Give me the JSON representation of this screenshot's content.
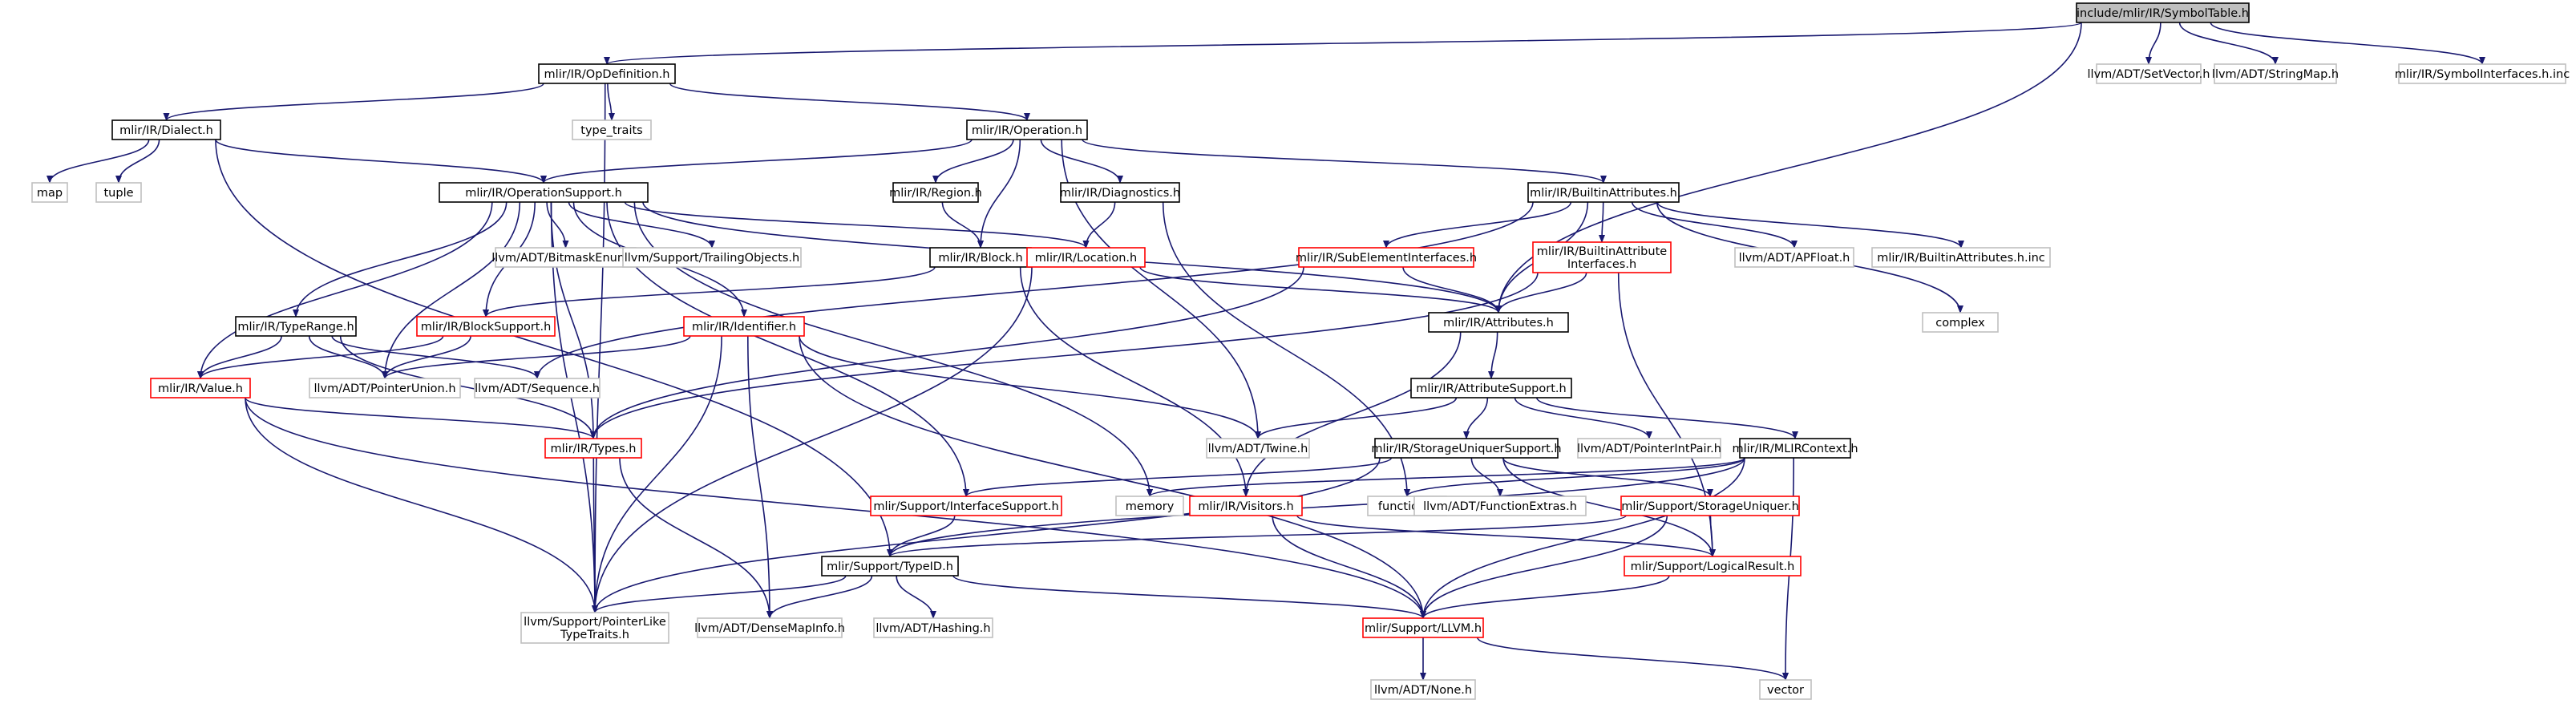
{
  "diagram": {
    "colors": {
      "edge": "#191970",
      "root_fill": "#bfbfbf",
      "root_border": "#000000",
      "documented_border": "#000000",
      "incomplete_border": "#ff0000",
      "external_border": "#bfbfbf",
      "text": "#000000"
    },
    "nodes": [
      {
        "id": "n0",
        "lines": [
          "include/mlir/IR/SymbolTable.h"
        ],
        "kind": "root"
      },
      {
        "id": "n1",
        "lines": [
          "mlir/IR/OpDefinition.h"
        ],
        "kind": "documented"
      },
      {
        "id": "n2",
        "lines": [
          "llvm/ADT/SetVector.h"
        ],
        "kind": "external"
      },
      {
        "id": "n3",
        "lines": [
          "llvm/ADT/StringMap.h"
        ],
        "kind": "external"
      },
      {
        "id": "n4",
        "lines": [
          "mlir/IR/SymbolInterfaces.h.inc"
        ],
        "kind": "external"
      },
      {
        "id": "n5",
        "lines": [
          "mlir/IR/Dialect.h"
        ],
        "kind": "documented"
      },
      {
        "id": "n6",
        "lines": [
          "type_traits"
        ],
        "kind": "external"
      },
      {
        "id": "n7",
        "lines": [
          "mlir/IR/Operation.h"
        ],
        "kind": "documented"
      },
      {
        "id": "n8",
        "lines": [
          "map"
        ],
        "kind": "external"
      },
      {
        "id": "n9",
        "lines": [
          "tuple"
        ],
        "kind": "external"
      },
      {
        "id": "n10",
        "lines": [
          "mlir/IR/OperationSupport.h"
        ],
        "kind": "documented"
      },
      {
        "id": "n11",
        "lines": [
          "mlir/IR/Region.h"
        ],
        "kind": "documented"
      },
      {
        "id": "n12",
        "lines": [
          "mlir/IR/Diagnostics.h"
        ],
        "kind": "documented"
      },
      {
        "id": "n13",
        "lines": [
          "mlir/IR/BuiltinAttributes.h"
        ],
        "kind": "documented"
      },
      {
        "id": "n14",
        "lines": [
          "mlir/IR/SubElementInterfaces.h"
        ],
        "kind": "incomplete"
      },
      {
        "id": "n15",
        "lines": [
          "mlir/IR/BuiltinAttribute",
          "Interfaces.h"
        ],
        "kind": "incomplete"
      },
      {
        "id": "n16",
        "lines": [
          "llvm/ADT/APFloat.h"
        ],
        "kind": "external"
      },
      {
        "id": "n17",
        "lines": [
          "mlir/IR/BuiltinAttributes.h.inc"
        ],
        "kind": "external"
      },
      {
        "id": "n18",
        "lines": [
          "llvm/ADT/BitmaskEnum.h"
        ],
        "kind": "external"
      },
      {
        "id": "n19",
        "lines": [
          "llvm/Support/TrailingObjects.h"
        ],
        "kind": "external"
      },
      {
        "id": "n20",
        "lines": [
          "mlir/IR/Block.h"
        ],
        "kind": "documented"
      },
      {
        "id": "n21",
        "lines": [
          "mlir/IR/Location.h"
        ],
        "kind": "incomplete"
      },
      {
        "id": "n22",
        "lines": [
          "mlir/IR/TypeRange.h"
        ],
        "kind": "documented"
      },
      {
        "id": "n23",
        "lines": [
          "mlir/IR/BlockSupport.h"
        ],
        "kind": "incomplete"
      },
      {
        "id": "n24",
        "lines": [
          "mlir/IR/Identifier.h"
        ],
        "kind": "incomplete"
      },
      {
        "id": "n25",
        "lines": [
          "mlir/IR/Attributes.h"
        ],
        "kind": "documented"
      },
      {
        "id": "n26",
        "lines": [
          "complex"
        ],
        "kind": "external"
      },
      {
        "id": "n27",
        "lines": [
          "mlir/IR/Value.h"
        ],
        "kind": "incomplete"
      },
      {
        "id": "n28",
        "lines": [
          "llvm/ADT/PointerUnion.h"
        ],
        "kind": "external"
      },
      {
        "id": "n29",
        "lines": [
          "llvm/ADT/Sequence.h"
        ],
        "kind": "external"
      },
      {
        "id": "n30",
        "lines": [
          "mlir/IR/AttributeSupport.h"
        ],
        "kind": "documented"
      },
      {
        "id": "n31",
        "lines": [
          "mlir/IR/Types.h"
        ],
        "kind": "incomplete"
      },
      {
        "id": "n32",
        "lines": [
          "llvm/ADT/Twine.h"
        ],
        "kind": "external"
      },
      {
        "id": "n33",
        "lines": [
          "llvm/ADT/PointerIntPair.h"
        ],
        "kind": "external"
      },
      {
        "id": "n34",
        "lines": [
          "mlir/IR/StorageUniquerSupport.h"
        ],
        "kind": "documented"
      },
      {
        "id": "n35",
        "lines": [
          "mlir/IR/MLIRContext.h"
        ],
        "kind": "documented"
      },
      {
        "id": "n36",
        "lines": [
          "mlir/Support/InterfaceSupport.h"
        ],
        "kind": "incomplete"
      },
      {
        "id": "n37",
        "lines": [
          "memory"
        ],
        "kind": "external"
      },
      {
        "id": "n38",
        "lines": [
          "mlir/IR/Visitors.h"
        ],
        "kind": "incomplete"
      },
      {
        "id": "n39",
        "lines": [
          "functional"
        ],
        "kind": "external"
      },
      {
        "id": "n40",
        "lines": [
          "llvm/ADT/FunctionExtras.h"
        ],
        "kind": "external"
      },
      {
        "id": "n41",
        "lines": [
          "mlir/Support/StorageUniquer.h"
        ],
        "kind": "incomplete"
      },
      {
        "id": "n42",
        "lines": [
          "mlir/Support/TypeID.h"
        ],
        "kind": "documented"
      },
      {
        "id": "n43",
        "lines": [
          "mlir/Support/LogicalResult.h"
        ],
        "kind": "incomplete"
      },
      {
        "id": "n44",
        "lines": [
          "llvm/Support/PointerLike",
          "TypeTraits.h"
        ],
        "kind": "external"
      },
      {
        "id": "n45",
        "lines": [
          "llvm/ADT/DenseMapInfo.h"
        ],
        "kind": "external"
      },
      {
        "id": "n46",
        "lines": [
          "llvm/ADT/Hashing.h"
        ],
        "kind": "external"
      },
      {
        "id": "n47",
        "lines": [
          "mlir/Support/LLVM.h"
        ],
        "kind": "incomplete"
      },
      {
        "id": "n48",
        "lines": [
          "llvm/ADT/None.h"
        ],
        "kind": "external"
      },
      {
        "id": "n49",
        "lines": [
          "vector"
        ],
        "kind": "external"
      }
    ],
    "edges": [
      [
        "n0",
        "n1"
      ],
      [
        "n0",
        "n2"
      ],
      [
        "n0",
        "n3"
      ],
      [
        "n0",
        "n4"
      ],
      [
        "n0",
        "n25"
      ],
      [
        "n1",
        "n5"
      ],
      [
        "n1",
        "n6"
      ],
      [
        "n1",
        "n7"
      ],
      [
        "n1",
        "n44"
      ],
      [
        "n5",
        "n8"
      ],
      [
        "n5",
        "n9"
      ],
      [
        "n5",
        "n10"
      ],
      [
        "n5",
        "n42"
      ],
      [
        "n7",
        "n10"
      ],
      [
        "n7",
        "n11"
      ],
      [
        "n7",
        "n12"
      ],
      [
        "n7",
        "n13"
      ],
      [
        "n7",
        "n20"
      ],
      [
        "n7",
        "n32"
      ],
      [
        "n10",
        "n18"
      ],
      [
        "n10",
        "n19"
      ],
      [
        "n10",
        "n21"
      ],
      [
        "n10",
        "n22"
      ],
      [
        "n10",
        "n23"
      ],
      [
        "n10",
        "n24"
      ],
      [
        "n10",
        "n27"
      ],
      [
        "n10",
        "n28"
      ],
      [
        "n10",
        "n31"
      ],
      [
        "n10",
        "n36"
      ],
      [
        "n10",
        "n37"
      ],
      [
        "n10",
        "n44"
      ],
      [
        "n10",
        "n25"
      ],
      [
        "n11",
        "n20"
      ],
      [
        "n12",
        "n21"
      ],
      [
        "n12",
        "n39"
      ],
      [
        "n13",
        "n14"
      ],
      [
        "n13",
        "n15"
      ],
      [
        "n13",
        "n16"
      ],
      [
        "n13",
        "n17"
      ],
      [
        "n13",
        "n25"
      ],
      [
        "n13",
        "n26"
      ],
      [
        "n13",
        "n29"
      ],
      [
        "n14",
        "n25"
      ],
      [
        "n14",
        "n31"
      ],
      [
        "n15",
        "n25"
      ],
      [
        "n15",
        "n31"
      ],
      [
        "n15",
        "n43"
      ],
      [
        "n20",
        "n23"
      ],
      [
        "n20",
        "n38"
      ],
      [
        "n21",
        "n25"
      ],
      [
        "n21",
        "n44"
      ],
      [
        "n22",
        "n27"
      ],
      [
        "n22",
        "n28"
      ],
      [
        "n22",
        "n29"
      ],
      [
        "n22",
        "n31"
      ],
      [
        "n23",
        "n27"
      ],
      [
        "n23",
        "n28"
      ],
      [
        "n24",
        "n28"
      ],
      [
        "n24",
        "n32"
      ],
      [
        "n24",
        "n44"
      ],
      [
        "n24",
        "n45"
      ],
      [
        "n24",
        "n47"
      ],
      [
        "n25",
        "n30"
      ],
      [
        "n25",
        "n38"
      ],
      [
        "n27",
        "n31"
      ],
      [
        "n27",
        "n44"
      ],
      [
        "n27",
        "n47"
      ],
      [
        "n30",
        "n32"
      ],
      [
        "n30",
        "n33"
      ],
      [
        "n30",
        "n34"
      ],
      [
        "n30",
        "n35"
      ],
      [
        "n31",
        "n44"
      ],
      [
        "n31",
        "n45"
      ],
      [
        "n34",
        "n36"
      ],
      [
        "n34",
        "n40"
      ],
      [
        "n34",
        "n41"
      ],
      [
        "n34",
        "n43"
      ],
      [
        "n34",
        "n44"
      ],
      [
        "n35",
        "n37"
      ],
      [
        "n35",
        "n39"
      ],
      [
        "n35",
        "n42"
      ],
      [
        "n35",
        "n47"
      ],
      [
        "n35",
        "n49"
      ],
      [
        "n36",
        "n42"
      ],
      [
        "n38",
        "n43"
      ],
      [
        "n38",
        "n47"
      ],
      [
        "n41",
        "n42"
      ],
      [
        "n41",
        "n43"
      ],
      [
        "n41",
        "n47"
      ],
      [
        "n42",
        "n44"
      ],
      [
        "n42",
        "n45"
      ],
      [
        "n42",
        "n46"
      ],
      [
        "n42",
        "n47"
      ],
      [
        "n43",
        "n47"
      ],
      [
        "n47",
        "n48"
      ],
      [
        "n47",
        "n49"
      ]
    ]
  }
}
